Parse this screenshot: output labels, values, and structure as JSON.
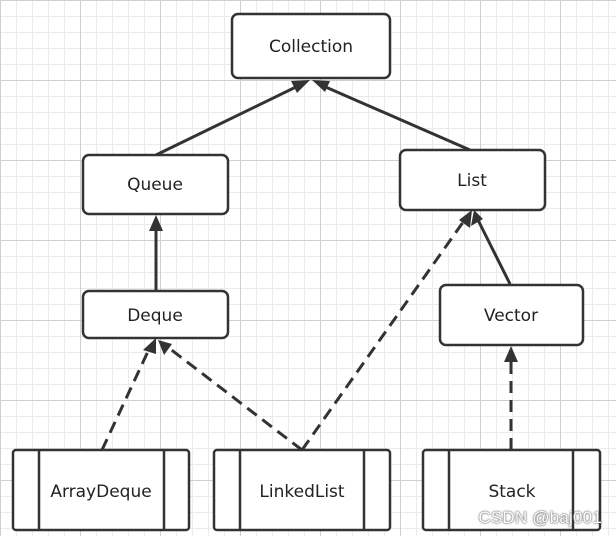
{
  "diagram": {
    "nodes": {
      "collection": "Collection",
      "queue": "Queue",
      "list": "List",
      "deque": "Deque",
      "vector": "Vector",
      "arraydeque": "ArrayDeque",
      "linkedlist": "LinkedList",
      "stack": "Stack"
    },
    "edges": [
      {
        "from": "Queue",
        "to": "Collection",
        "style": "solid"
      },
      {
        "from": "List",
        "to": "Collection",
        "style": "solid"
      },
      {
        "from": "Deque",
        "to": "Queue",
        "style": "solid"
      },
      {
        "from": "Vector",
        "to": "List",
        "style": "solid"
      },
      {
        "from": "ArrayDeque",
        "to": "Deque",
        "style": "dashed"
      },
      {
        "from": "LinkedList",
        "to": "Deque",
        "style": "dashed"
      },
      {
        "from": "LinkedList",
        "to": "List",
        "style": "dashed"
      },
      {
        "from": "Stack",
        "to": "Vector",
        "style": "dashed"
      }
    ]
  },
  "watermark": "CSDN @baj001",
  "colors": {
    "stroke": "#333333",
    "box_fill": "#ffffff",
    "grid_major": "#cfcfcf",
    "grid_minor": "#ebebeb"
  }
}
